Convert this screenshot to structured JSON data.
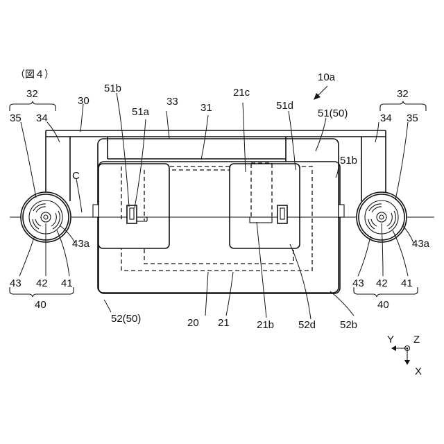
{
  "figure": {
    "title": "（図４）",
    "labels": {
      "r10a": "10a",
      "r32_left": "32",
      "r32_right": "32",
      "r35_left": "35",
      "r34_left": "34",
      "r34_right": "34",
      "r35_right": "35",
      "r30": "30",
      "r51b_top": "51b",
      "r51a": "51a",
      "r33": "33",
      "r31": "31",
      "r21c": "21c",
      "r51d": "51d",
      "r51_50": "51(50)",
      "r51b_right": "51b",
      "rC": "C",
      "r43a_left": "43a",
      "r43a_right": "43a",
      "r43_left": "43",
      "r42_left": "42",
      "r41_left": "41",
      "r43_right": "43",
      "r42_right": "42",
      "r41_right": "41",
      "r40_left": "40",
      "r40_right": "40",
      "r52_50": "52(50)",
      "r20": "20",
      "r21": "21",
      "r21b": "21b",
      "r52d": "52d",
      "r52b": "52b"
    },
    "axes": {
      "y": "Y",
      "z": "Z",
      "x": "X"
    }
  }
}
